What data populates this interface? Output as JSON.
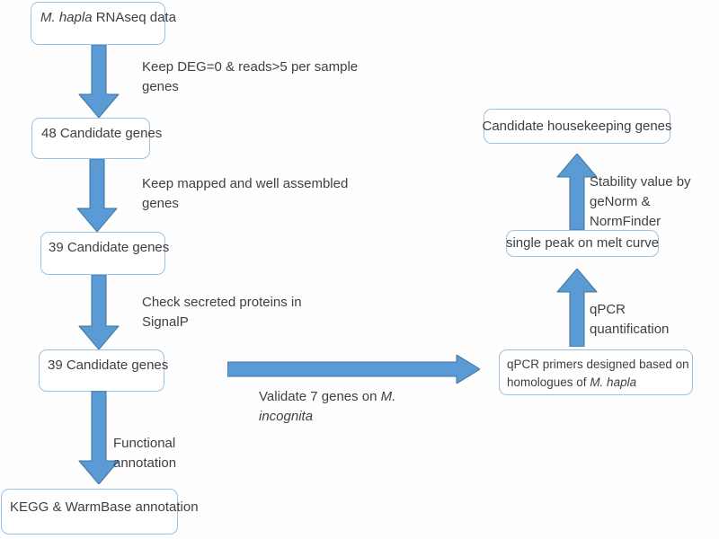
{
  "colors": {
    "arrow_fill": "#5b9bd5",
    "arrow_outline": "#41719c",
    "box_border": "#9cc2e5",
    "box_fill": "#ffffff",
    "text": "#3f3f3f"
  },
  "boxes": {
    "rnaseq": {
      "em": "M. hapla",
      "rest": " RNAseq data"
    },
    "cand48": {
      "text": "48 Candidate genes"
    },
    "cand39a": {
      "text": "39 Candidate genes"
    },
    "cand39b": {
      "text": "39 Candidate genes"
    },
    "kegg": {
      "text": "KEGG & WarmBase annotation"
    },
    "primers": {
      "line1": "qPCR primers designed based on",
      "line2": "homologues of ",
      "em": "M. hapla"
    },
    "melt": {
      "text": "single peak on melt curve"
    },
    "housekeeping": {
      "text": "Candidate housekeeping genes"
    }
  },
  "labels": {
    "filter_deg": "Keep DEG=0 & reads>5 per sample\ngenes",
    "filter_mapped": "Keep mapped and well assembled\ngenes",
    "filter_signalp": "Check secreted proteins in\nSignalP",
    "functional": "Functional\nannotation",
    "validate": {
      "pre": "Validate 7 genes on ",
      "em1": "M.",
      "em2": "incognita"
    },
    "qpcr_quant": "qPCR\nquantification",
    "stability": "Stability value by\ngeNorm & NormFinder"
  }
}
